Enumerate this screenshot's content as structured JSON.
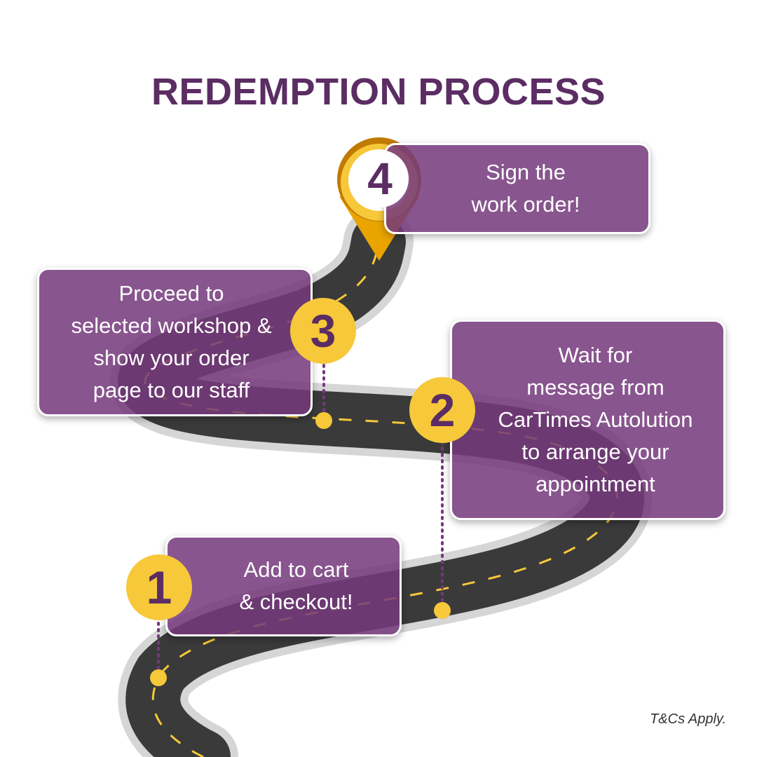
{
  "title": "REDEMPTION PROCESS",
  "steps": [
    {
      "number": "1",
      "text": "Add to cart\n& checkout!"
    },
    {
      "number": "2",
      "text": "Wait for\nmessage from\nCarTimes Autolution\nto arrange your\nappointment"
    },
    {
      "number": "3",
      "text": "Proceed to\nselected workshop &\nshow your order\npage to our staff"
    },
    {
      "number": "4",
      "text": "Sign the\nwork order!"
    }
  ],
  "footer": "T&Cs Apply.",
  "colors": {
    "purple": "#5b2d63",
    "box": "#74397c",
    "yellow": "#f6c83a",
    "gold": "#e9a400",
    "road": "#3a3a3a",
    "road_edge": "#d6d6d6"
  }
}
